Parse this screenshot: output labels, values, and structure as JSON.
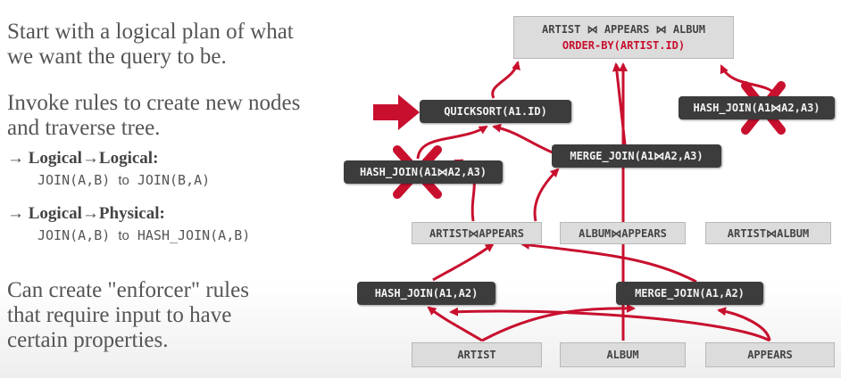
{
  "text": {
    "p1_line1": "Start with a logical plan of what",
    "p1_line2": "we want the query to be.",
    "p2_line1": "Invoke rules to create new nodes",
    "p2_line2": "and traverse tree.",
    "rule1_arrow": "→",
    "rule1_title": "Logical→Logical:",
    "rule1_code_a": "JOIN(A,B)",
    "rule1_to": "to",
    "rule1_code_b": "JOIN(B,A)",
    "rule2_arrow": "→",
    "rule2_title": "Logical→Physical:",
    "rule2_code_a": "JOIN(A,B)",
    "rule2_to": "to",
    "rule2_code_b": "HASH_JOIN(A,B)",
    "p3_line1": "Can create \"enforcer\" rules",
    "p3_line2": "that require input to have",
    "p3_line3": "certain properties."
  },
  "nodes": {
    "top_line1": "ARTIST ⋈ APPEARS ⋈ ALBUM",
    "top_line2": "ORDER-BY(ARTIST.ID)",
    "quicksort": "QUICKSORT(A1.ID)",
    "hash_join_right": "HASH_JOIN(A1⋈A2,A3)",
    "hash_join_left": "HASH_JOIN(A1⋈A2,A3)",
    "merge_join_mid": "MERGE_JOIN(A1⋈A2,A3)",
    "artist_appears": "ARTIST⋈APPEARS",
    "album_appears": "ALBUM⋈APPEARS",
    "artist_album": "ARTIST⋈ALBUM",
    "hash_join_low": "HASH_JOIN(A1,A2)",
    "merge_join_low": "MERGE_JOIN(A1,A2)",
    "artist": "ARTIST",
    "album": "ALBUM",
    "appears": "APPEARS"
  },
  "colors": {
    "accent_red": "#c8102e",
    "dark_node": "#3c3c3c",
    "light_node": "#dcdcdc"
  }
}
